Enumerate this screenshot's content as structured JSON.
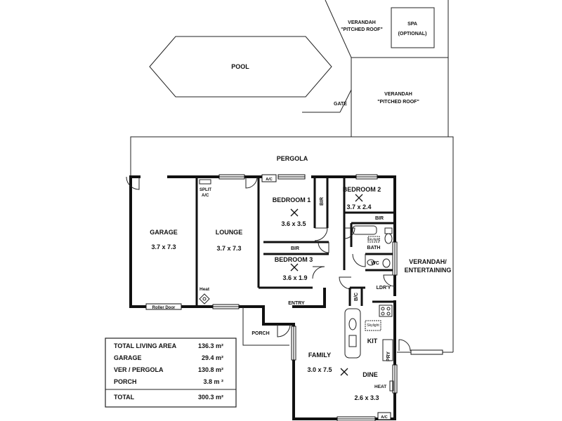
{
  "outdoor": {
    "pool": "POOL",
    "verandah_top": "VERANDAH",
    "pitched_roof_top": "\"PITCHED ROOF\"",
    "spa_line1": "SPA",
    "spa_line2": "(OPTIONAL)",
    "verandah_mid": "VERANDAH",
    "pitched_roof_mid": "\"PITCHED ROOF\"",
    "gate": "GATE",
    "pergola": "PERGOLA",
    "verandah_side_line1": "VERANDAH/",
    "verandah_side_line2": "ENTERTAINING"
  },
  "rooms": {
    "garage": {
      "name": "GARAGE",
      "size": "3.7 x 7.3"
    },
    "lounge": {
      "name": "LOUNGE",
      "size": "3.7 x 7.3"
    },
    "bedroom1": {
      "name": "BEDROOM 1",
      "size": "3.6 x 3.5"
    },
    "bedroom2": {
      "name": "BEDROOM 2",
      "size": "3.7 x 2.4"
    },
    "bedroom3": {
      "name": "BEDROOM 3",
      "size": "3.6 x 1.9"
    },
    "family": {
      "name": "FAMILY",
      "size": "3.0 x 7.5"
    },
    "dine": {
      "name": "DINE",
      "size": "2.6 x 3.3"
    },
    "kit": "KIT",
    "bath": "BATH",
    "wc": "WC",
    "ldry": "LDR'Y",
    "entry": "ENTRY",
    "porch": "PORCH",
    "bic": "B/C",
    "bir_b1": "BIR",
    "bir_b2": "BIR",
    "bir_b3": "BIR",
    "pry": "PRY"
  },
  "fixtures": {
    "split_ac_line1": "SPLIT",
    "split_ac_line2": "A/C",
    "ac_top": "A/C",
    "ac_bottom": "A/C",
    "heat_lounge": "Heat",
    "heat_dine": "HEAT",
    "roller_door": "Roller Door",
    "skylight_bath": "Skylight",
    "skylight_kit": "Skylight"
  },
  "areas_table": {
    "rows": [
      {
        "label": "TOTAL LIVING AREA",
        "value": "136.3 m²"
      },
      {
        "label": "GARAGE",
        "value": "29.4 m²"
      },
      {
        "label": "VER / PERGOLA",
        "value": "130.8 m²"
      },
      {
        "label": "PORCH",
        "value": "3.8 m ²"
      }
    ],
    "total": {
      "label": "TOTAL",
      "value": "300.3 m²"
    }
  }
}
